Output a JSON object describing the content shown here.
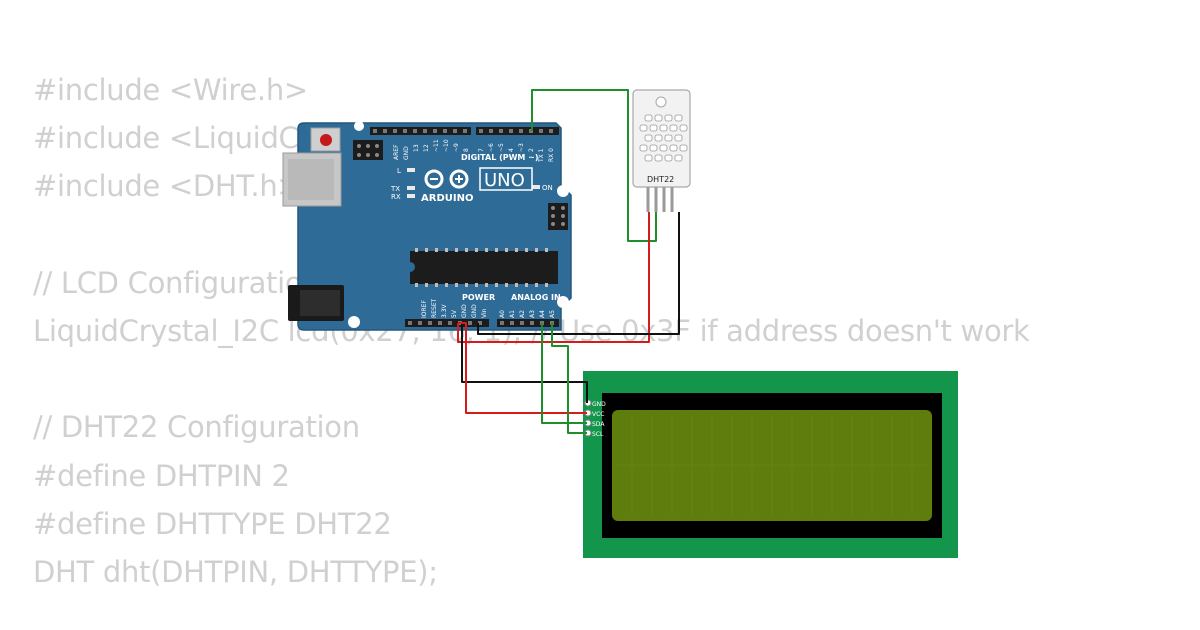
{
  "code_lines": [
    "#include <Wire.h>",
    "#include <LiquidCrystal_I2C.h>",
    "#include <DHT.h>",
    "",
    "// LCD Configuration",
    "LiquidCrystal_I2C lcd(0x27, 16, 1); // Use 0x3F if address doesn't work",
    "",
    "// DHT22 Configuration",
    "#define DHTPIN 2",
    "#define DHTTYPE DHT22",
    "DHT dht(DHTPIN, DHTTYPE);"
  ],
  "arduino": {
    "brand": "ARDUINO",
    "model": "UNO",
    "digital_header": "DIGITAL (PWM ~)",
    "power_header": "POWER",
    "analog_header": "ANALOG IN",
    "led_labels": {
      "l": "L",
      "tx": "TX",
      "rx": "RX",
      "on": "ON"
    },
    "top_pin_labels": [
      "AREF",
      "GND",
      "13",
      "12",
      "~11",
      "~10",
      "~9",
      "8",
      "7",
      "~6",
      "~5",
      "4",
      "~3",
      "2",
      "TX 1",
      "RX 0"
    ],
    "power_pin_labels": [
      "IOREF",
      "RESET",
      "3.3V",
      "5V",
      "GND",
      "GND",
      "Vin"
    ],
    "analog_pin_labels": [
      "A0",
      "A1",
      "A2",
      "A3",
      "A4",
      "A5"
    ]
  },
  "sensor": {
    "label": "DHT22"
  },
  "lcd": {
    "pin_labels": [
      "GND",
      "VCC",
      "SDA",
      "SCL"
    ]
  },
  "colors": {
    "code_text": "#d0d0d0",
    "board": "#2f6b97",
    "board_edge": "#25577c",
    "wire_green": "#1f8f2b",
    "wire_red": "#d41c1c",
    "wire_black": "#111111",
    "lcd_pcb": "#13954c",
    "lcd_screen": "#5f7d0c"
  }
}
